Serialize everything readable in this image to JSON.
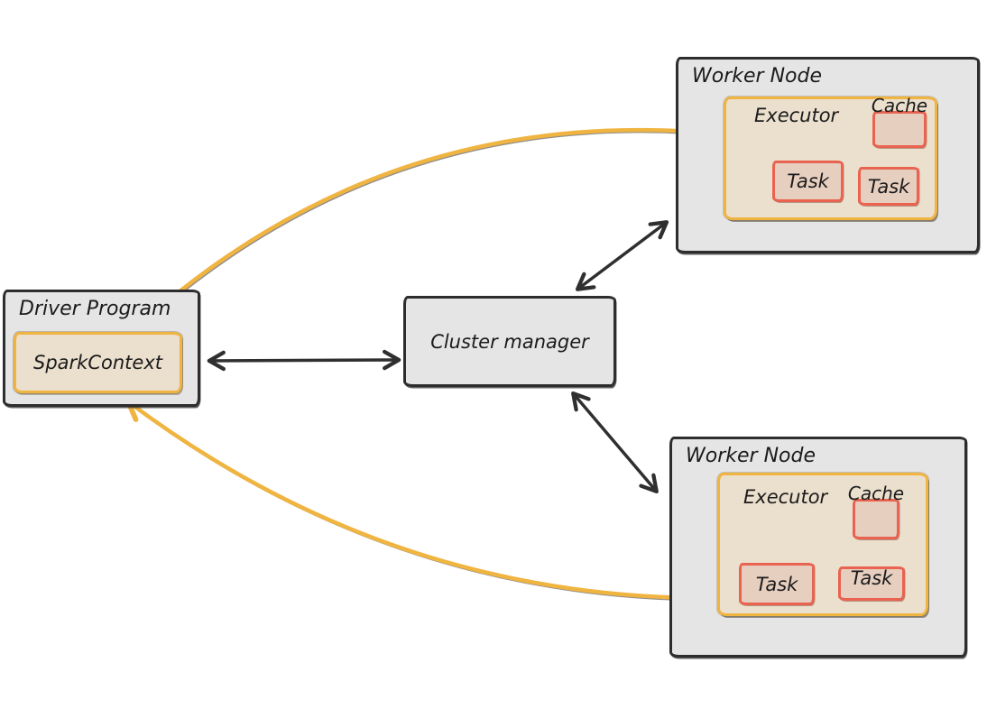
{
  "colors": {
    "background": "#ffffff",
    "node_fill": "#e5e5e5",
    "node_border": "#2d2d2d",
    "executor_fill": "#ebdfcd",
    "executor_border": "#f0b441",
    "task_fill": "#e7cfc0",
    "task_border": "#e96350",
    "arrow_black": "#2f2f2f",
    "arrow_yellow": "#f0b441",
    "text": "#1b1b1b"
  },
  "driver": {
    "label": "Driver Program",
    "spark_context_label": "SparkContext"
  },
  "cluster_manager": {
    "label": "Cluster manager"
  },
  "workers": [
    {
      "label": "Worker Node",
      "executor_label": "Executor",
      "cache_label": "Cache",
      "tasks": [
        "Task",
        "Task"
      ]
    },
    {
      "label": "Worker Node",
      "executor_label": "Executor",
      "cache_label": "Cache",
      "tasks": [
        "Task",
        "Task"
      ]
    }
  ],
  "arrows": {
    "driver_cluster": {
      "between": [
        "Driver Program",
        "Cluster manager"
      ],
      "heads": "both",
      "color": "#2f2f2f"
    },
    "cluster_worker_top": {
      "between": [
        "Cluster manager",
        "Worker Node (top)"
      ],
      "heads": "both",
      "color": "#2f2f2f"
    },
    "cluster_worker_bottom": {
      "between": [
        "Cluster manager",
        "Worker Node (bottom)"
      ],
      "heads": "both",
      "color": "#2f2f2f"
    },
    "driver_executor_top": {
      "between": [
        "SparkContext",
        "Executor (top worker)"
      ],
      "heads": "both",
      "color": "#f0b441"
    },
    "driver_executor_bottom": {
      "between": [
        "SparkContext",
        "Executor (bottom worker)"
      ],
      "heads": "both",
      "color": "#f0b441"
    }
  }
}
